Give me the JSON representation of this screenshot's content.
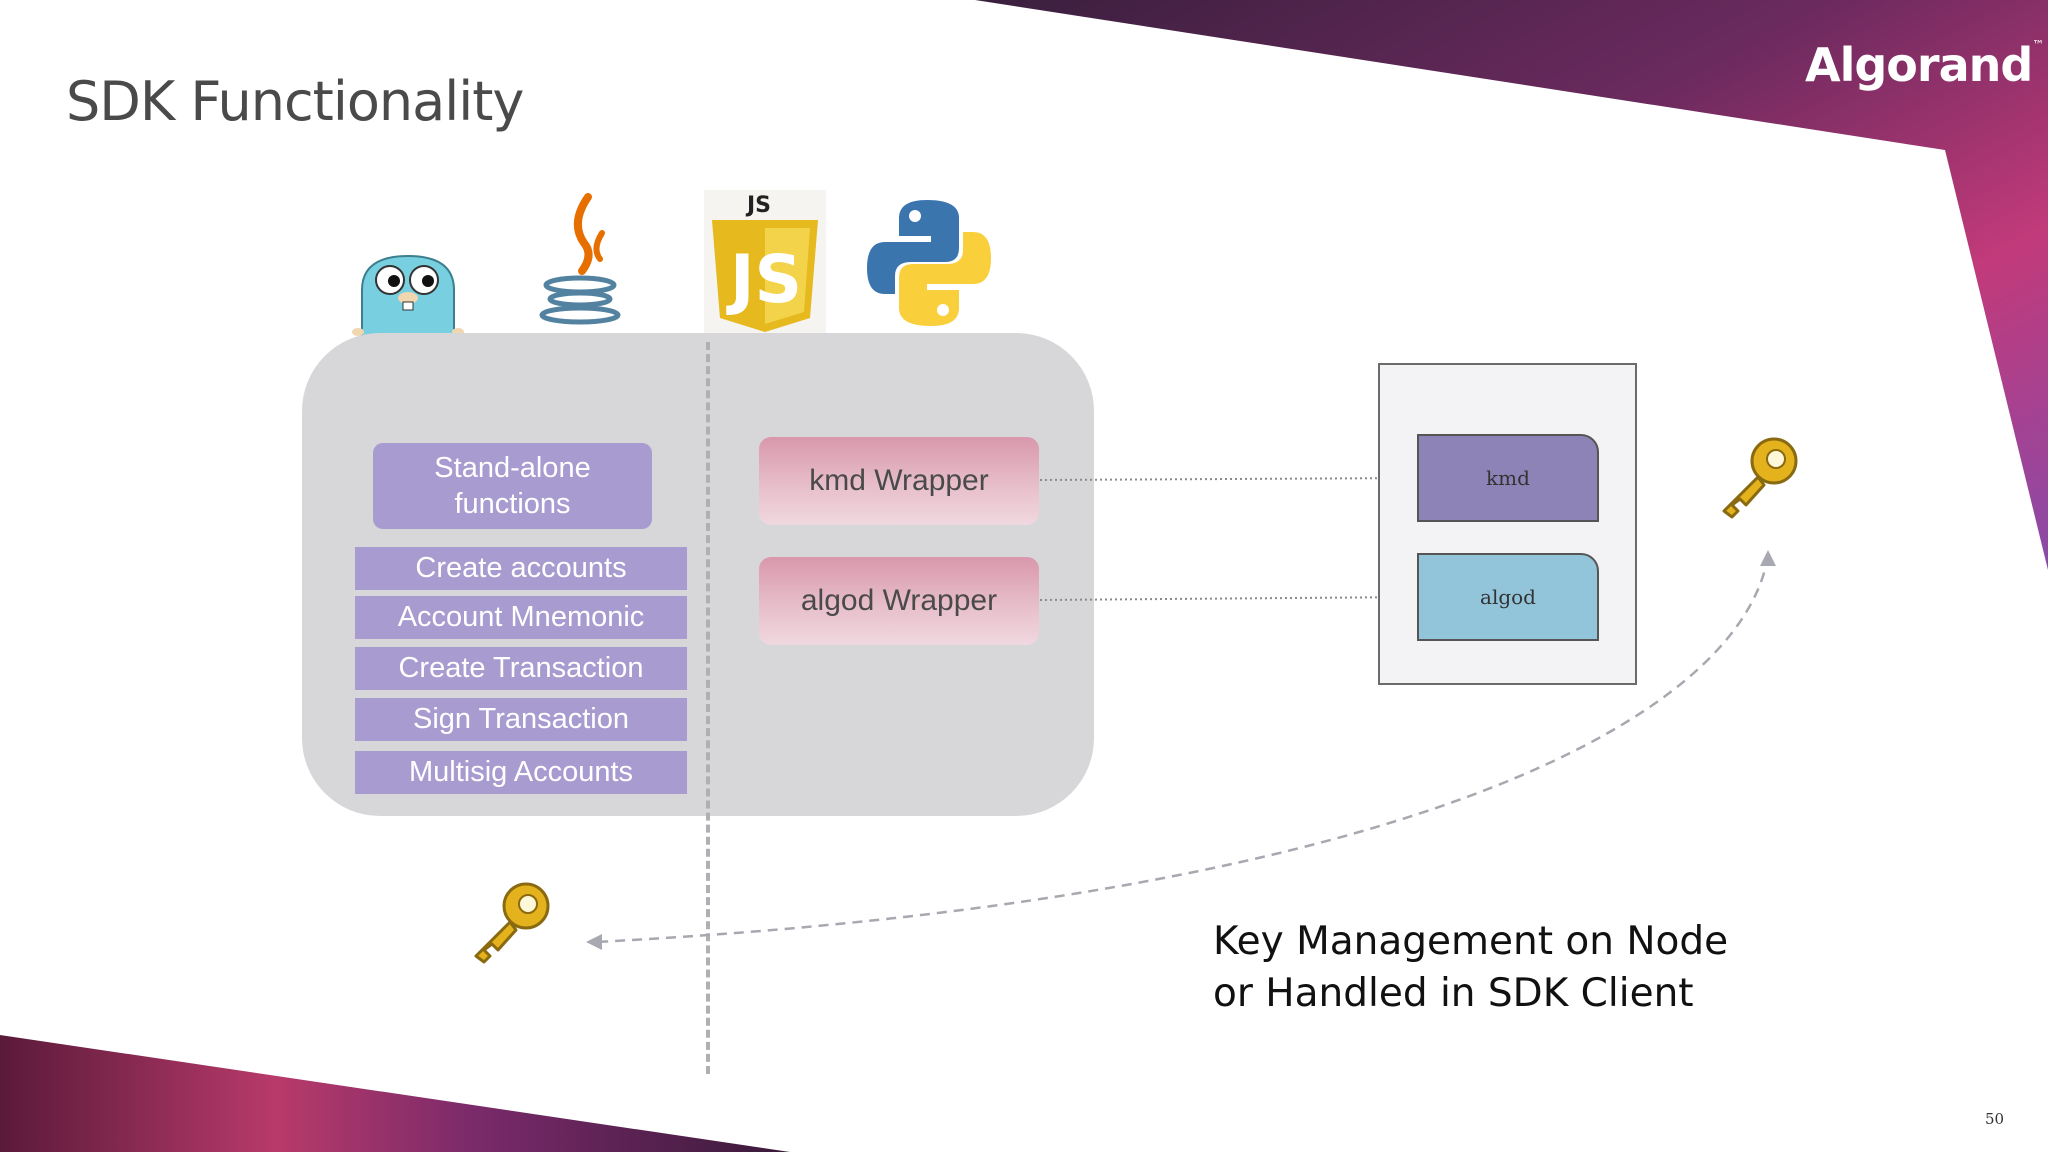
{
  "slide": {
    "title": "SDK Functionality",
    "brand": "Algorand",
    "brand_mark": "™",
    "page_number": "50"
  },
  "languages": {
    "icons": [
      "go-gopher-icon",
      "java-coffee-icon",
      "javascript-icon",
      "python-icon"
    ],
    "js_label": "JS"
  },
  "sdk": {
    "standalone_label": "Stand-alone functions",
    "functions": [
      "Create accounts",
      "Account Mnemonic",
      "Create Transaction",
      "Sign Transaction",
      "Multisig Accounts"
    ],
    "wrappers": [
      "kmd Wrapper",
      "algod Wrapper"
    ]
  },
  "node": {
    "services": [
      "kmd",
      "algod"
    ]
  },
  "caption": {
    "line1": "Key Management on Node",
    "line2": "or Handled in SDK Client"
  },
  "colors": {
    "function_fill": "#a79bd0",
    "panel_fill": "#d7d6d9",
    "kmd_fill": "#8d83b6",
    "algod_fill": "#92c4da",
    "key_gold": "#e3b21d"
  }
}
